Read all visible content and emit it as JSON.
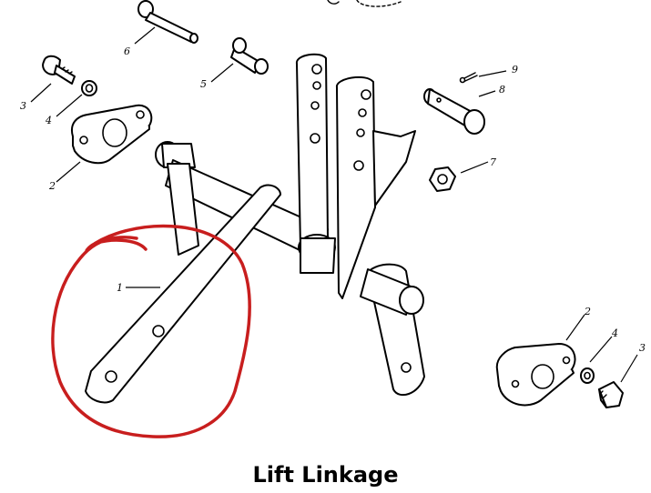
{
  "caption": "Lift Linkage",
  "annotation_color": "#c81e1e",
  "callouts": {
    "c1": "1",
    "c2a": "2",
    "c2b": "2",
    "c3a": "3",
    "c3b": "3",
    "c4a": "4",
    "c4b": "4",
    "c5": "5",
    "c6": "6",
    "c7": "7",
    "c8": "8",
    "c9": "9"
  }
}
